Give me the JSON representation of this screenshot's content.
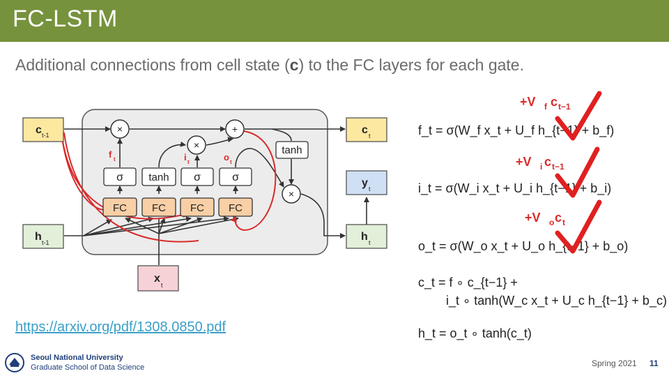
{
  "slide": {
    "title": "FC-LSTM",
    "subtitle_pre": "Additional connections from cell state (",
    "subtitle_bold": "c",
    "subtitle_post": ") to the FC layers for each gate.",
    "link": "https://arxiv.org/pdf/1308.0850.pdf",
    "institution_line1": "Seoul National University",
    "institution_line2": "Graduate School of Data Science",
    "term": "Spring 2021",
    "page": "11"
  },
  "diagram": {
    "c_prev": "c",
    "c_prev_sub": "t-1",
    "h_prev": "h",
    "h_prev_sub": "t-1",
    "x_in": "x",
    "x_in_sub": "t",
    "c_out": "c",
    "c_out_sub": "t",
    "h_out": "h",
    "h_out_sub": "t",
    "y_out": "y",
    "y_out_sub": "t",
    "fc_label": "FC",
    "sigma": "σ",
    "tanh": "tanh",
    "times": "×",
    "plus": "+",
    "gate_f": "f",
    "gate_f_sub": "t",
    "gate_i": "i",
    "gate_i_sub": "t",
    "gate_o": "o",
    "gate_o_sub": "t"
  },
  "equations": {
    "add_f": "+V",
    "add_f_sub": "f",
    "add_f_c": "c",
    "add_f_c_sub": "t−1",
    "add_i": "+V",
    "add_i_sub": "i",
    "add_i_c": "c",
    "add_i_c_sub": "t−1",
    "add_o": "+V",
    "add_o_sub": "o",
    "add_o_c": "c",
    "add_o_c_sub": "t",
    "eq_f": "f_t = σ(W_f x_t + U_f h_{t−1} + b_f)",
    "eq_i": "i_t = σ(W_i x_t + U_i h_{t−1} + b_i)",
    "eq_o": "o_t = σ(W_o x_t + U_o h_{t−1} + b_o)",
    "eq_c1": "c_t = f ∘ c_{t−1} +",
    "eq_c2": "i_t ∘ tanh(W_c x_t + U_c h_{t−1} + b_c)",
    "eq_h": "h_t = o_t ∘ tanh(c_t)"
  },
  "colors": {
    "title_bar": "#77923c",
    "annotation_red": "#d92b2b",
    "box_yellow": "#fde8a0",
    "box_green": "#e2efd9",
    "box_blue": "#cfe0f5",
    "box_pink": "#f6d2d6",
    "box_fc": "#f9cfa6",
    "cell_bg": "#ececec"
  }
}
